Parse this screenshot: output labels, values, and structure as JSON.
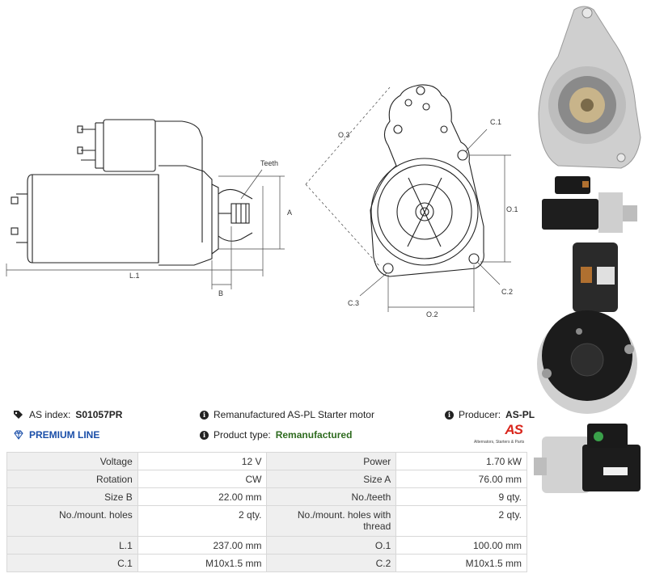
{
  "header": {
    "as_index_label": "AS index:",
    "as_index_value": "S01057PR",
    "premium_label": "PREMIUM LINE",
    "description": "Remanufactured AS-PL Starter motor",
    "product_type_label": "Product type:",
    "product_type_value": "Remanufactured",
    "producer_label": "Producer:",
    "producer_value": "AS-PL"
  },
  "logo": {
    "mark": "AS",
    "tagline": "Alternators, Starters & Parts"
  },
  "drawing_labels": {
    "teeth": "Teeth",
    "a": "A",
    "b": "B",
    "l1": "L.1",
    "o3": "O.3",
    "c1": "C.1",
    "o1": "O.1",
    "c2": "C.2",
    "c3": "C.3",
    "o2": "O.2"
  },
  "specs": [
    {
      "k1": "Voltage",
      "v1": "12 V",
      "k2": "Power",
      "v2": "1.70 kW"
    },
    {
      "k1": "Rotation",
      "v1": "CW",
      "k2": "Size A",
      "v2": "76.00 mm"
    },
    {
      "k1": "Size B",
      "v1": "22.00 mm",
      "k2": "No./teeth",
      "v2": "9 qty."
    },
    {
      "k1": "No./mount. holes",
      "v1": "2 qty.",
      "k2": "No./mount. holes with thread",
      "v2": "2 qty."
    },
    {
      "k1": "L.1",
      "v1": "237.00 mm",
      "k2": "O.1",
      "v2": "100.00 mm"
    },
    {
      "k1": "C.1",
      "v1": "M10x1.5 mm",
      "k2": "C.2",
      "v2": "M10x1.5 mm"
    }
  ]
}
